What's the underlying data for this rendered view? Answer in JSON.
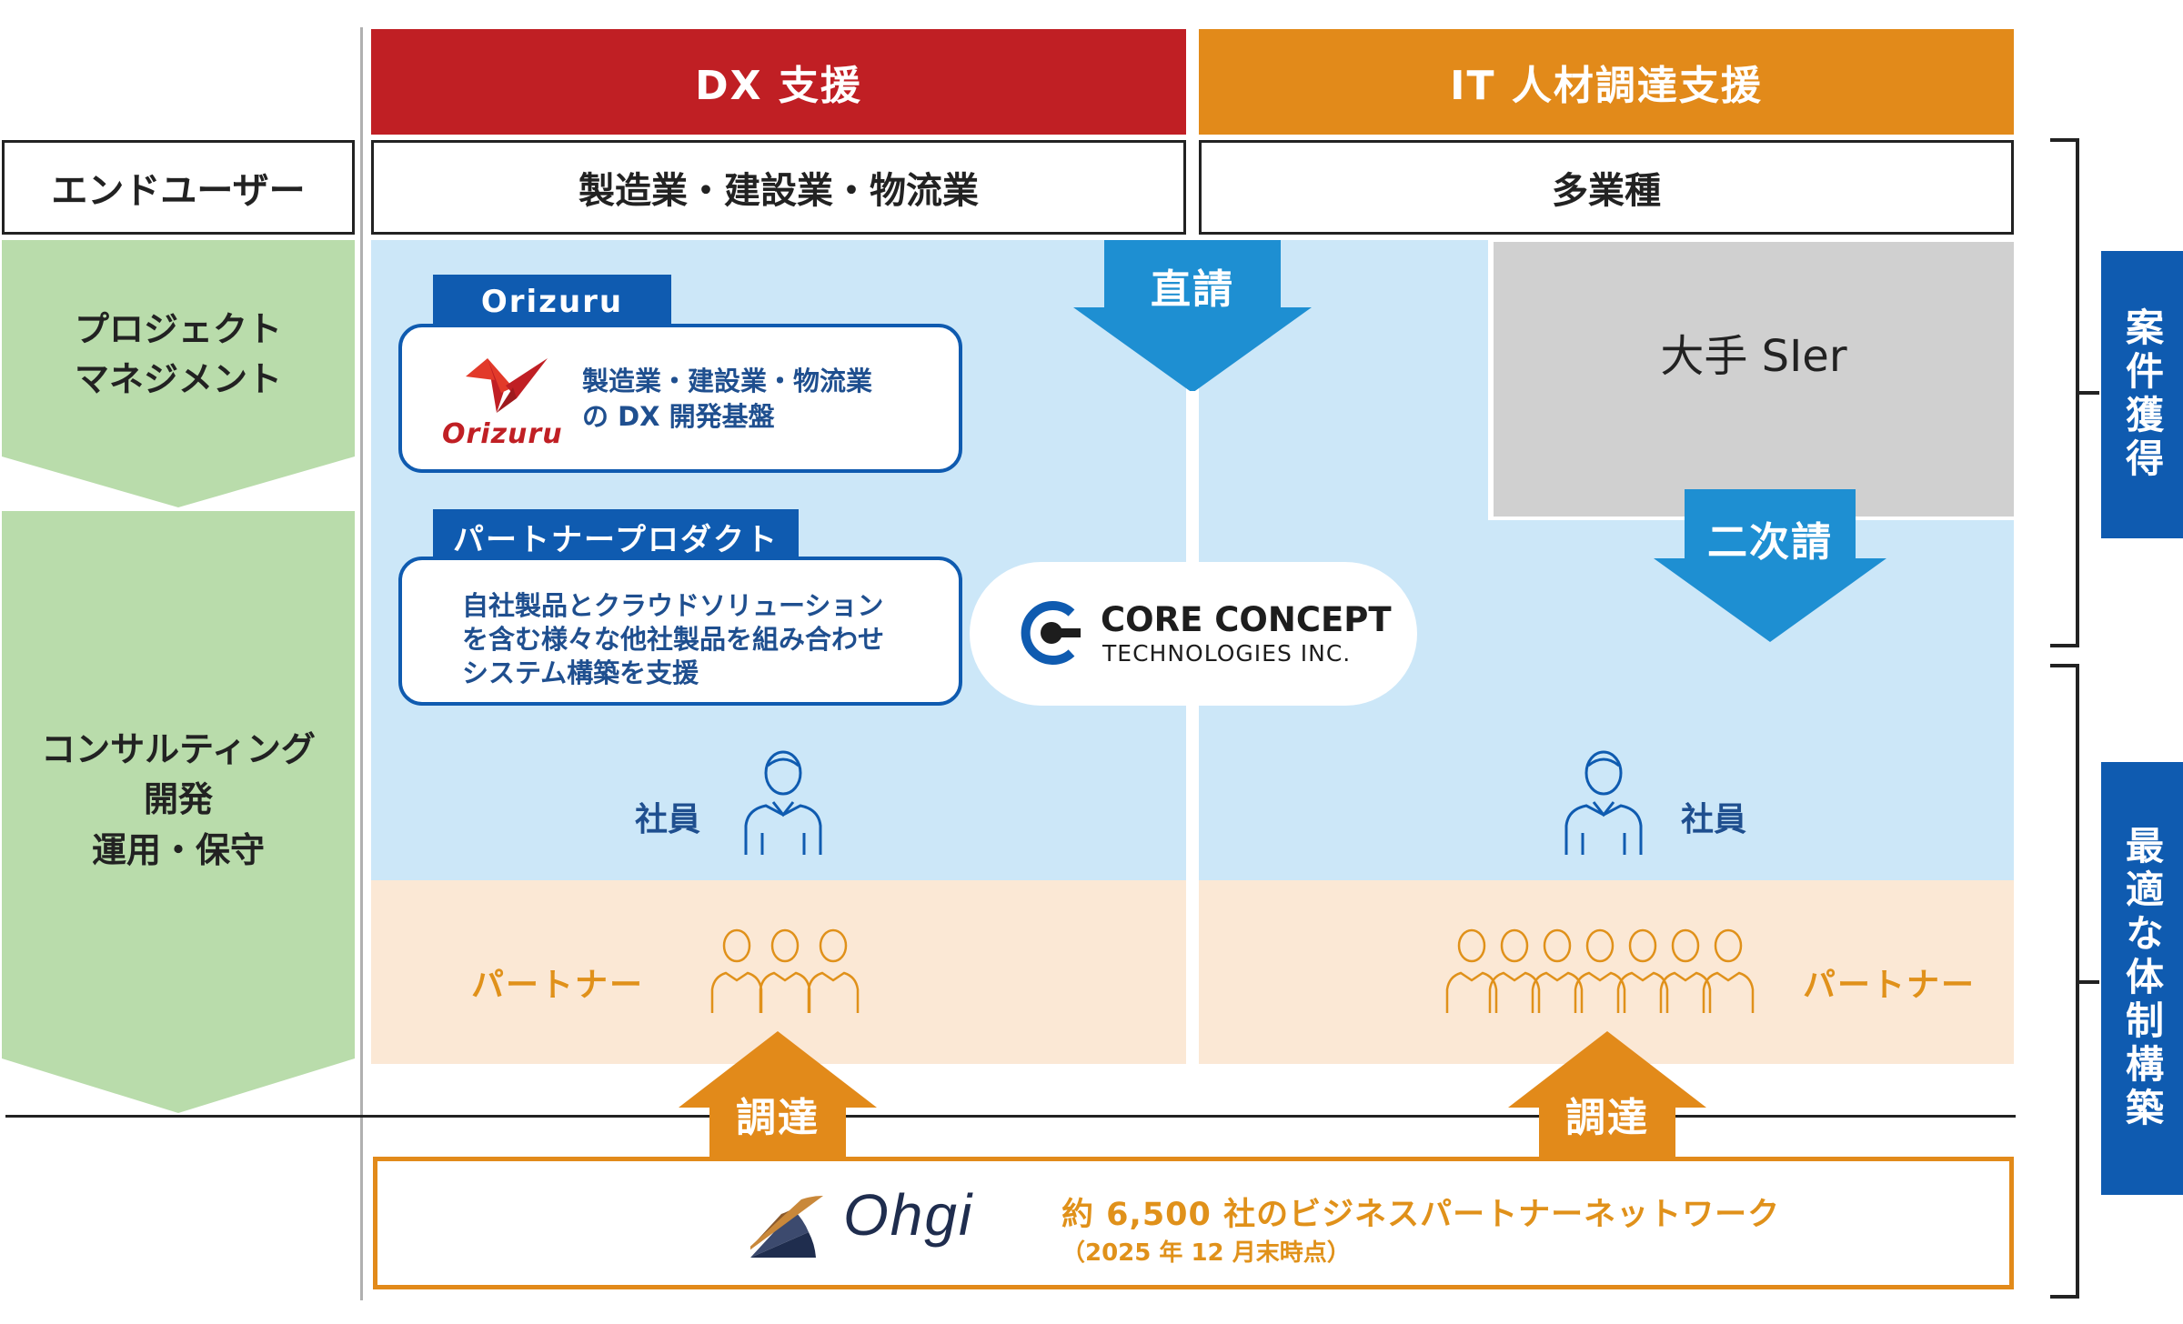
{
  "headers": {
    "dx": "DX 支援",
    "it": "IT 人材調達支援"
  },
  "end_user": {
    "label": "エンドユーザー",
    "dx_industry": "製造業・建設業・物流業",
    "it_industry": "多業種"
  },
  "left_column": {
    "project_management": "プロジェクト\nマネジメント",
    "consulting": "コンサルティング\n開発\n運用・保守"
  },
  "orizuru": {
    "tag": "Orizuru",
    "logo_text": "Orizuru",
    "description": "製造業・建設業・物流業\nの DX 開発基盤"
  },
  "partner_product": {
    "tag": "パートナープロダクト",
    "description": "自社製品とクラウドソリューション\nを含む様々な他社製品を組み合わせ\nシステム構築を支援"
  },
  "company": {
    "name_line1": "CORE CONCEPT",
    "name_line2": "TECHNOLOGIES INC."
  },
  "arrows": {
    "direct": "直請",
    "secondary": "二次請",
    "procure_left": "調達",
    "procure_right": "調達"
  },
  "sier": "大手 SIer",
  "employees": {
    "left": "社員",
    "right": "社員"
  },
  "partners": {
    "left": "パートナー",
    "right": "パートナー"
  },
  "ohgi": {
    "logo_text": "Ohgi",
    "network": "約 6,500 社のビジネスパートナーネットワーク",
    "note": "（2025 年 12 月末時点）"
  },
  "side_labels": {
    "acquisition": "案件獲得",
    "structure": "最適な体制構築"
  },
  "colors": {
    "dx_red": "#c01f24",
    "it_orange": "#e28a1a",
    "light_blue": "#cce7f8",
    "arrow_blue": "#1e8fd2",
    "peach": "#fbe8d5",
    "green": "#b9dcab",
    "gray": "#d0d0d0",
    "navy": "#0f5bb0"
  }
}
